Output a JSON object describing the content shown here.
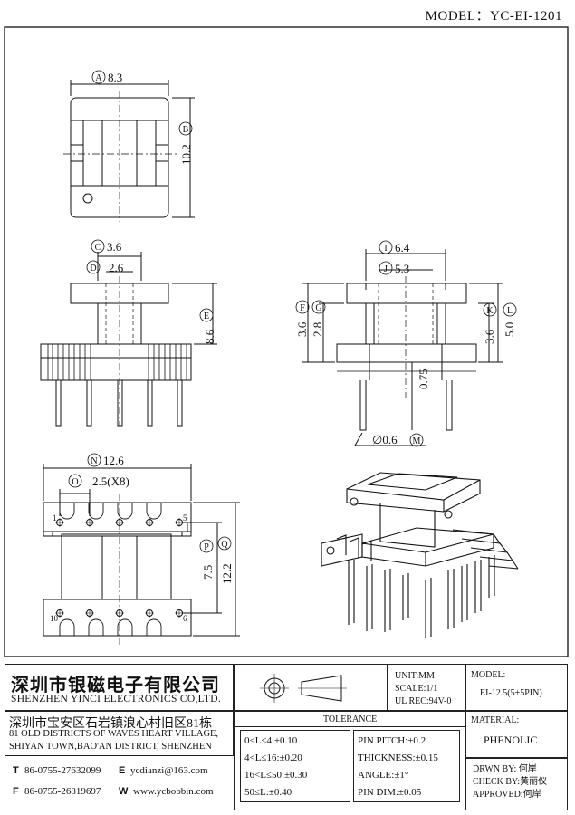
{
  "model": "MODEL：YC-EI-1201",
  "dims": {
    "A": "A",
    "A_val": "8.3",
    "B": "B",
    "B_val": "10.2",
    "C": "C",
    "C_val": "3.6",
    "D": "D",
    "D_val": "2.6",
    "E": "E",
    "E_val": "8.6",
    "I": "I",
    "I_val": "6.4",
    "J": "J",
    "J_val": "5.3",
    "F": "F",
    "F_val": "3.6",
    "G": "G",
    "G_val": "2.8",
    "K": "K",
    "K_val": "3.6",
    "L": "L",
    "L_val": "5.0",
    "pin_len": "0.75",
    "M": "M",
    "M_val": "∅0.6",
    "N": "N",
    "N_val": "12.6",
    "O": "O",
    "O_val": "2.5(X8)",
    "P": "P",
    "P_val": "7.5",
    "Q": "Q",
    "Q_val": "12.2",
    "pin1": "1",
    "pin5": "5",
    "pin10": "10",
    "pin6": "6"
  },
  "company": {
    "name_cn": "深圳市银磁电子有限公司",
    "name_en": "SHENZHEN YINCI ELECTRONICS CO,LTD.",
    "addr_cn": "深圳市宝安区石岩镇浪心村旧区81栋",
    "addr_en1": "81 OLD DISTRICTS OF WAVES HEART VILLAGE,",
    "addr_en2": "SHIYAN TOWN,BAO'AN DISTRICT, SHENZHEN",
    "t_label": "T",
    "tel": "86-0755-27632099",
    "e_label": "E",
    "email": "ycdianzi@163.com",
    "f_label": "F",
    "fax": "86-0755-26819697",
    "w_label": "W",
    "web": "www.ycbobbin.com"
  },
  "info": {
    "unit": "UNIT:MM",
    "scale": "SCALE:1/1",
    "ul": "UL REC:94V-0",
    "model_label": "MODEL:",
    "model_value": "EI-12.5(5+5PIN)",
    "material_label": "MATERIAL:",
    "material_value": "PHENOLIC",
    "drawn": "DRWN BY: 何岸",
    "check": "CHECK BY:黄丽仪",
    "approved": "APPROVED:何岸"
  },
  "tolerance": {
    "title": "TOLERANCE",
    "rows": [
      "0<L≤4:±0.10",
      "4<L≤16:±0.20",
      "16<L≤50:±0.30",
      "50≤L:±0.40"
    ],
    "right": [
      "PIN PITCH:±0.2",
      "THICKNESS:±0.15",
      "ANGLE:±1°",
      "PIN DIM:±0.05"
    ]
  }
}
